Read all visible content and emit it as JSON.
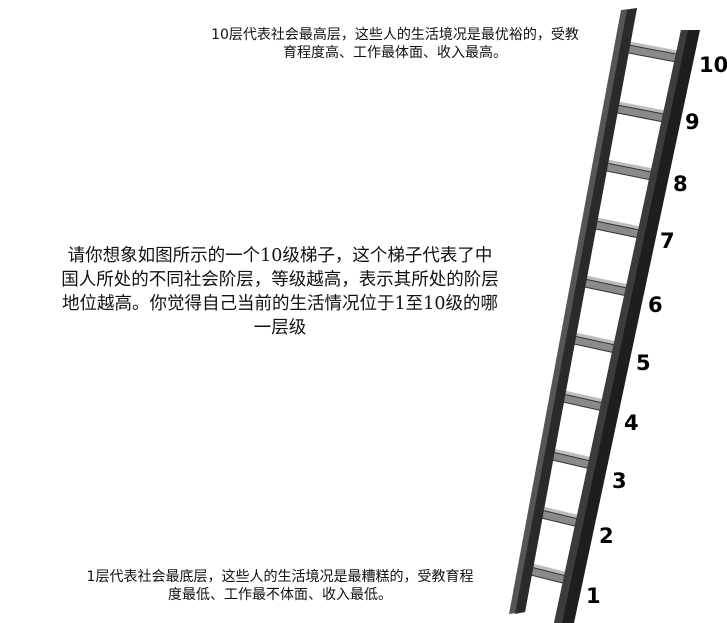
{
  "captions": {
    "top": "10层代表社会最高层，这些人的生活境况是最优裕的，受教育程度高、工作最体面、收入最高。",
    "question": "请你想象如图所示的一个10级梯子，这个梯子代表了中国人所处的不同社会阶层，等级越高，表示其所处的阶层地位越高。你觉得自己当前的生活情况位于1至10级的哪一层级",
    "bottom": "1层代表社会最底层，这些人的生活境况是最糟糕的，受教育程度最低、工作最不体面、收入最低。"
  },
  "ladder": {
    "levels": [
      "1",
      "2",
      "3",
      "4",
      "5",
      "6",
      "7",
      "8",
      "9",
      "10"
    ],
    "colors": {
      "rail_front": "#1e1e1e",
      "rail_back": "#555555",
      "rung_top": "#bdbdbd",
      "rung_face": "#8a8a8a",
      "rung_edge": "#333333",
      "label": "#000000"
    }
  }
}
